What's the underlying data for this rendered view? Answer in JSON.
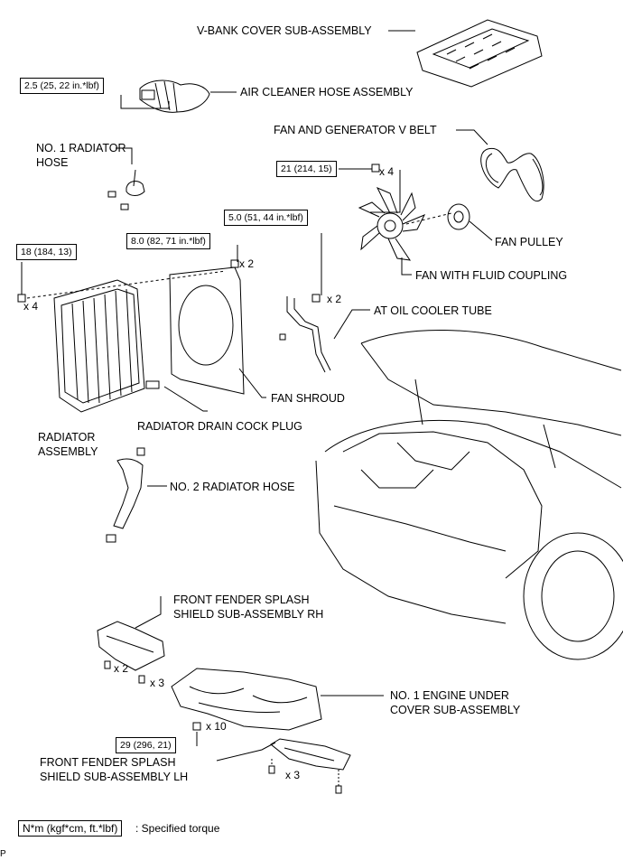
{
  "labels": {
    "vbank": "V-BANK COVER SUB-ASSEMBLY",
    "air_cleaner": "AIR CLEANER HOSE ASSEMBLY",
    "no1_rad_hose": "NO. 1 RADIATOR\nHOSE",
    "fan_belt": "FAN AND GENERATOR V BELT",
    "fan_pulley": "FAN PULLEY",
    "fan_coupling": "FAN WITH FLUID COUPLING",
    "at_cooler": "AT OIL COOLER TUBE",
    "fan_shroud": "FAN SHROUD",
    "drain_cock": "RADIATOR DRAIN COCK PLUG",
    "radiator": "RADIATOR\nASSEMBLY",
    "no2_rad_hose": "NO. 2 RADIATOR HOSE",
    "splash_rh": "FRONT FENDER SPLASH\nSHIELD SUB-ASSEMBLY RH",
    "under_cover": "NO. 1 ENGINE UNDER\nCOVER SUB-ASSEMBLY",
    "splash_lh": "FRONT FENDER SPLASH\nSHIELD SUB-ASSEMBLY LH"
  },
  "torques": {
    "air_cleaner": "2.5 (25, 22 in.*lbf)",
    "fan_coupling": "21 (214, 15)",
    "at_cooler": "5.0 (51, 44 in.*lbf)",
    "shroud": "8.0 (82, 71 in.*lbf)",
    "radiator": "18 (184, 13)",
    "under_cover": "29 (296, 21)"
  },
  "quantities": {
    "fan_coupling": "x 4",
    "shroud": "x 2",
    "at_cooler": "x 2",
    "radiator": "x 4",
    "splash_rh_a": "x 2",
    "splash_rh_b": "x 3",
    "under_cover": "x 10",
    "splash_lh": "x 3"
  },
  "legend": {
    "unit": "N*m (kgf*cm, ft.*lbf)",
    "text": ": Specified torque"
  },
  "corner_mark": "P"
}
